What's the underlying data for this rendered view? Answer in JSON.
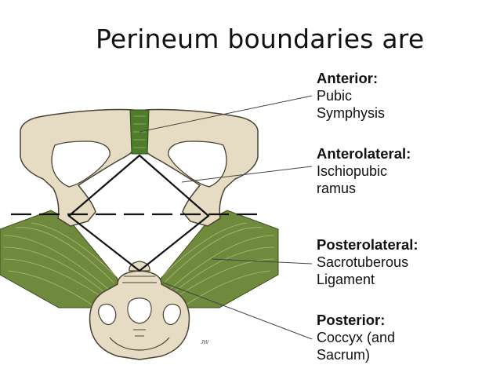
{
  "title": "Perineum boundaries are",
  "labels": [
    {
      "heading": "Anterior:",
      "lines": [
        "Pubic",
        "Symphysis"
      ]
    },
    {
      "heading": "Anterolateral:",
      "lines": [
        "Ischiopubic",
        "ramus"
      ]
    },
    {
      "heading": "Posterolateral:",
      "lines": [
        "Sacrotuberous",
        "Ligament"
      ]
    },
    {
      "heading": "Posterior:",
      "lines": [
        "Coccyx (and",
        "Sacrum)"
      ]
    }
  ],
  "credit": "JW",
  "colors": {
    "bone": "#e6dcc3",
    "bone_outline": "#4a4232",
    "ligament": "#6f8a3c",
    "symphysis": "#4f7c2a"
  }
}
